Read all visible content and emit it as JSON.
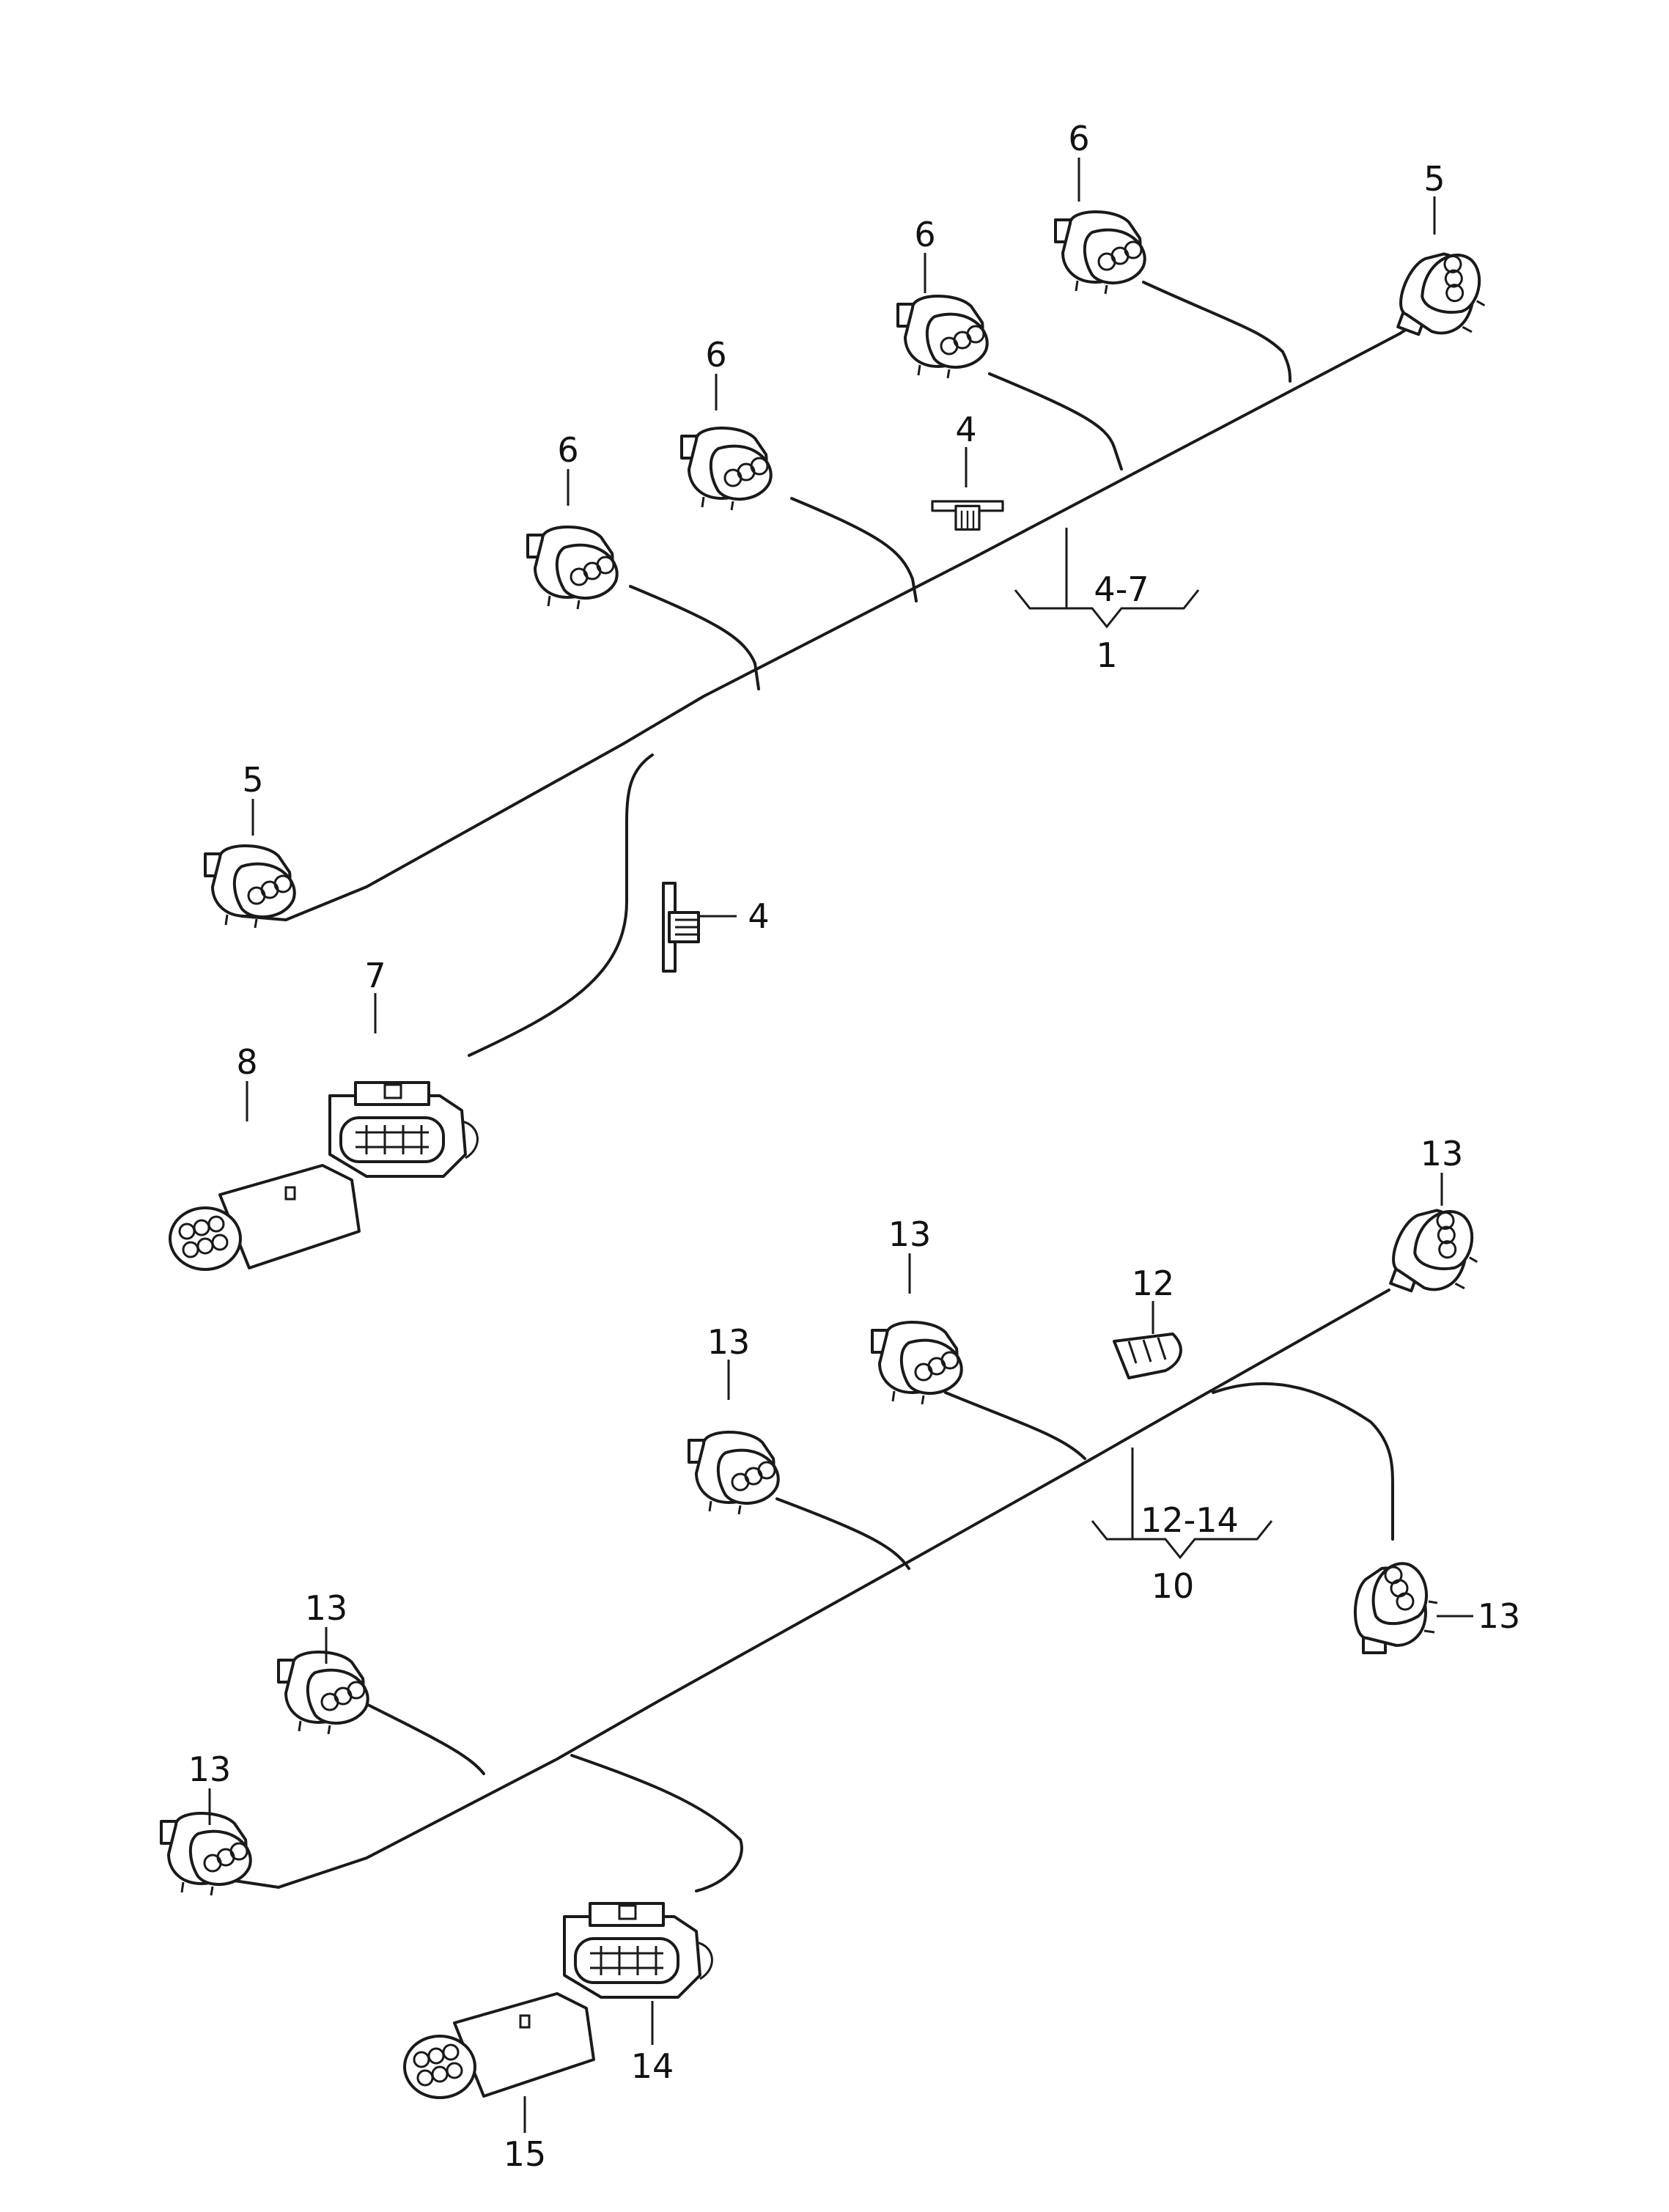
{
  "diagram": {
    "group_upper": {
      "range_label": "4-7",
      "main_label": "1"
    },
    "group_lower": {
      "range_label": "12-14",
      "main_label": "10"
    },
    "callouts": {
      "c6a": "6",
      "c6b": "6",
      "c6c": "6",
      "c6d": "6",
      "c5a": "5",
      "c5b": "5",
      "c4a": "4",
      "c4b": "4",
      "c7": "7",
      "c8": "8",
      "c13a": "13",
      "c13b": "13",
      "c13c": "13",
      "c13d": "13",
      "c13e": "13",
      "c13f": "13",
      "c12": "12",
      "c14": "14",
      "c15": "15"
    }
  }
}
